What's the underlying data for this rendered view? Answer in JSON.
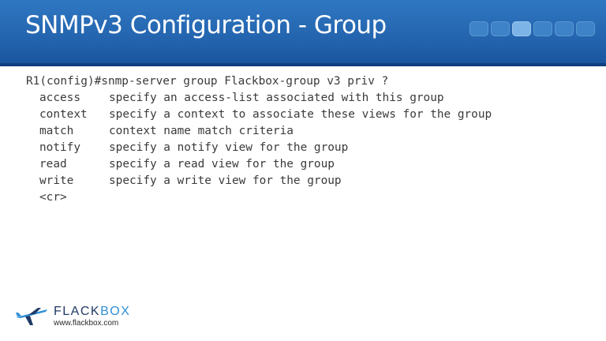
{
  "slide": {
    "title": "SNMPv3 Configuration - Group",
    "progress": {
      "total": 6,
      "current_index": 3
    }
  },
  "terminal": {
    "command_line": "R1(config)#snmp-server group Flackbox-group v3 priv ?",
    "options": [
      {
        "keyword": "access",
        "description": "specify an access-list associated with this group"
      },
      {
        "keyword": "context",
        "description": "specify a context to associate these views for the group"
      },
      {
        "keyword": "match",
        "description": "context name match criteria"
      },
      {
        "keyword": "notify",
        "description": "specify a notify view for the group"
      },
      {
        "keyword": "read",
        "description": "specify a read view for the group"
      },
      {
        "keyword": "write",
        "description": "specify a write view for the group"
      },
      {
        "keyword": "<cr>",
        "description": ""
      }
    ]
  },
  "logo": {
    "name_first": "FLACK",
    "name_second": "BOX",
    "url": "www.flackbox.com",
    "icon": "airplane-icon"
  },
  "colors": {
    "header_blue": "#2566b0",
    "header_dark": "#0f3f7e",
    "terminal_text": "#3a3a3a",
    "logo_navy": "#1f3a66",
    "logo_accent": "#2f8fd6"
  }
}
